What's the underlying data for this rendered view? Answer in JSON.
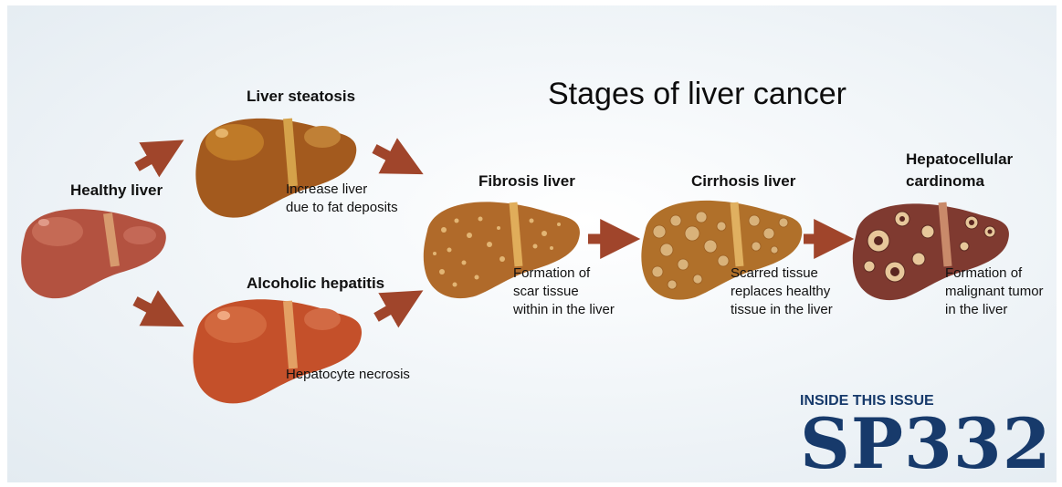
{
  "title": "Stages of liver cancer",
  "stages": {
    "healthy": {
      "name": "Healthy liver"
    },
    "steatosis": {
      "name": "Liver steatosis",
      "desc": "Increase liver\ndue to fat deposits"
    },
    "hepatitis": {
      "name": "Alcoholic hepatitis",
      "desc": "Hepatocyte necrosis"
    },
    "fibrosis": {
      "name": "Fibrosis liver",
      "desc": "Formation of\nscar tissue\nwithin in the liver"
    },
    "cirrhosis": {
      "name": "Cirrhosis liver",
      "desc": "Scarred tissue\nreplaces healthy\ntissue in the liver"
    },
    "hcc": {
      "name": "Hepatocellular\ncardinoma",
      "desc": "Formation of\nmalignant tumor\nin the liver"
    }
  },
  "badge": {
    "inside": "INSIDE THIS ISSUE",
    "issue": "SP332"
  },
  "colors": {
    "arrow": "#a0452b",
    "healthy": "#b35240",
    "steatosis": "#a35a1e",
    "hepatitis": "#c4502a",
    "fibrosis": "#b06a2a",
    "cirrhosis": "#b0702a",
    "hcc": "#7f3a30",
    "brand": "#173a6b"
  }
}
